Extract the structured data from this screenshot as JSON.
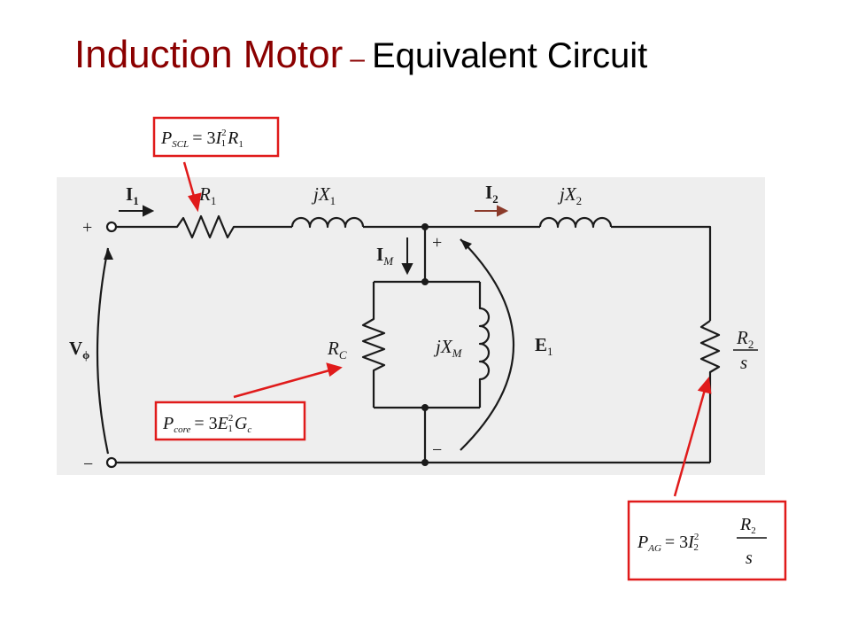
{
  "slide": {
    "title_main": "Induction Motor",
    "title_dash": "–",
    "title_sub": "Equivalent Circuit"
  },
  "colors": {
    "title": "#8b0000",
    "wire": "#1a1a1a",
    "highlight": "#e01b1b",
    "panel": "#eeeeee"
  },
  "circuit": {
    "i1": "I",
    "i1_sub": "1",
    "r1": "R",
    "r1_sub": "1",
    "jx1": "jX",
    "jx1_sub": "1",
    "i2": "I",
    "i2_sub": "2",
    "jx2": "jX",
    "jx2_sub": "2",
    "im": "I",
    "im_sub": "M",
    "rc": "R",
    "rc_sub": "C",
    "jxm": "jX",
    "jxm_sub": "M",
    "e1": "E",
    "e1_sub": "1",
    "v": "V",
    "v_sub": "ϕ",
    "r2_num": "R",
    "r2_num_sub": "2",
    "r2_den": "s",
    "plus": "+",
    "minus": "−"
  },
  "formulas": {
    "pscl": {
      "lhs": "P",
      "lhs_sub": "SCL",
      "eq": "= 3",
      "var": "I",
      "sup": "2",
      "sub": "1",
      "tail": "R",
      "tail_sub": "1"
    },
    "pcore": {
      "lhs": "P",
      "lhs_sub": "core",
      "eq": "= 3",
      "var": "E",
      "sup": "2",
      "sub": "1",
      "tail": "G",
      "tail_sub": "c"
    },
    "pag": {
      "lhs": "P",
      "lhs_sub": "AG",
      "eq": "= 3",
      "var": "I",
      "sup": "2",
      "sub": "2",
      "num": "R",
      "num_sub": "2",
      "den": "s"
    }
  }
}
